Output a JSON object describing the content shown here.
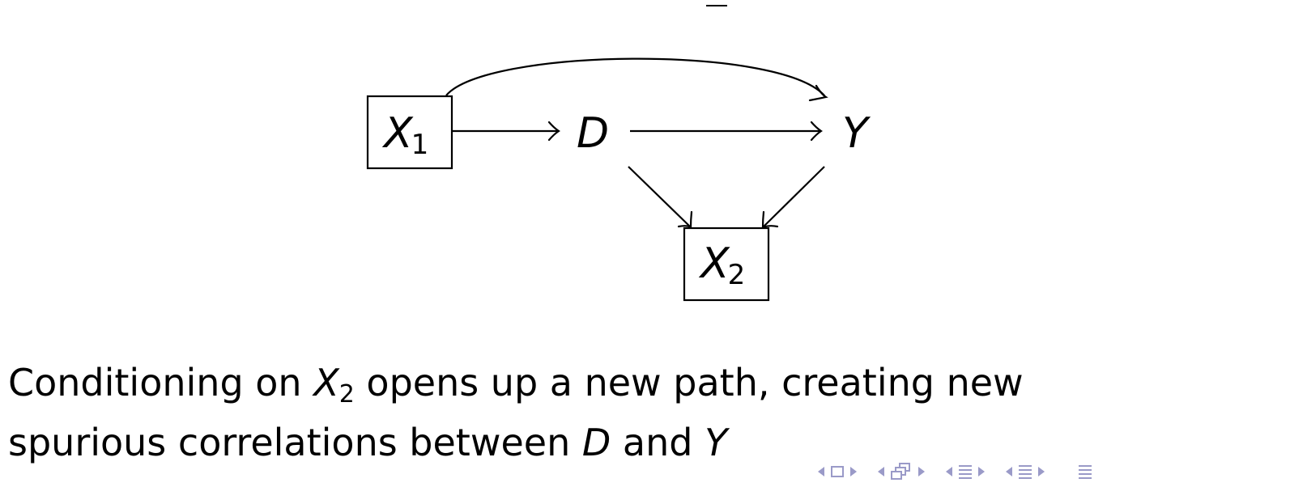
{
  "diagram": {
    "nodes": [
      {
        "id": "X1",
        "label": "X",
        "subscript": "1",
        "boxed": true
      },
      {
        "id": "D",
        "label": "D",
        "subscript": "",
        "boxed": false
      },
      {
        "id": "Y",
        "label": "Y",
        "subscript": "",
        "boxed": false
      },
      {
        "id": "X2",
        "label": "X",
        "subscript": "2",
        "boxed": true
      }
    ],
    "edges": [
      {
        "from": "X1",
        "to": "D"
      },
      {
        "from": "D",
        "to": "Y"
      },
      {
        "from": "X1",
        "to": "Y"
      },
      {
        "from": "D",
        "to": "X2"
      },
      {
        "from": "Y",
        "to": "X2"
      }
    ]
  },
  "caption": {
    "line1_part1": "Conditioning on ",
    "line1_var": "X",
    "line1_sub": "2",
    "line1_part2": " opens up a new path, creating new",
    "line2_part1": "spurious correlations between ",
    "line2_var1": "D",
    "line2_mid": " and ",
    "line2_var2": "Y"
  },
  "navigation": {
    "icons": [
      "nav-prev-slide-icon",
      "nav-slide-icon",
      "nav-next-slide-icon",
      "nav-prev-frame-icon",
      "nav-frame-icon",
      "nav-next-frame-icon",
      "nav-prev-section-icon",
      "nav-section-icon",
      "nav-next-section-icon",
      "nav-prev-subsection-icon",
      "nav-subsection-icon",
      "nav-next-subsection-icon",
      "nav-menu-icon"
    ],
    "color": "#9a9ac8"
  }
}
